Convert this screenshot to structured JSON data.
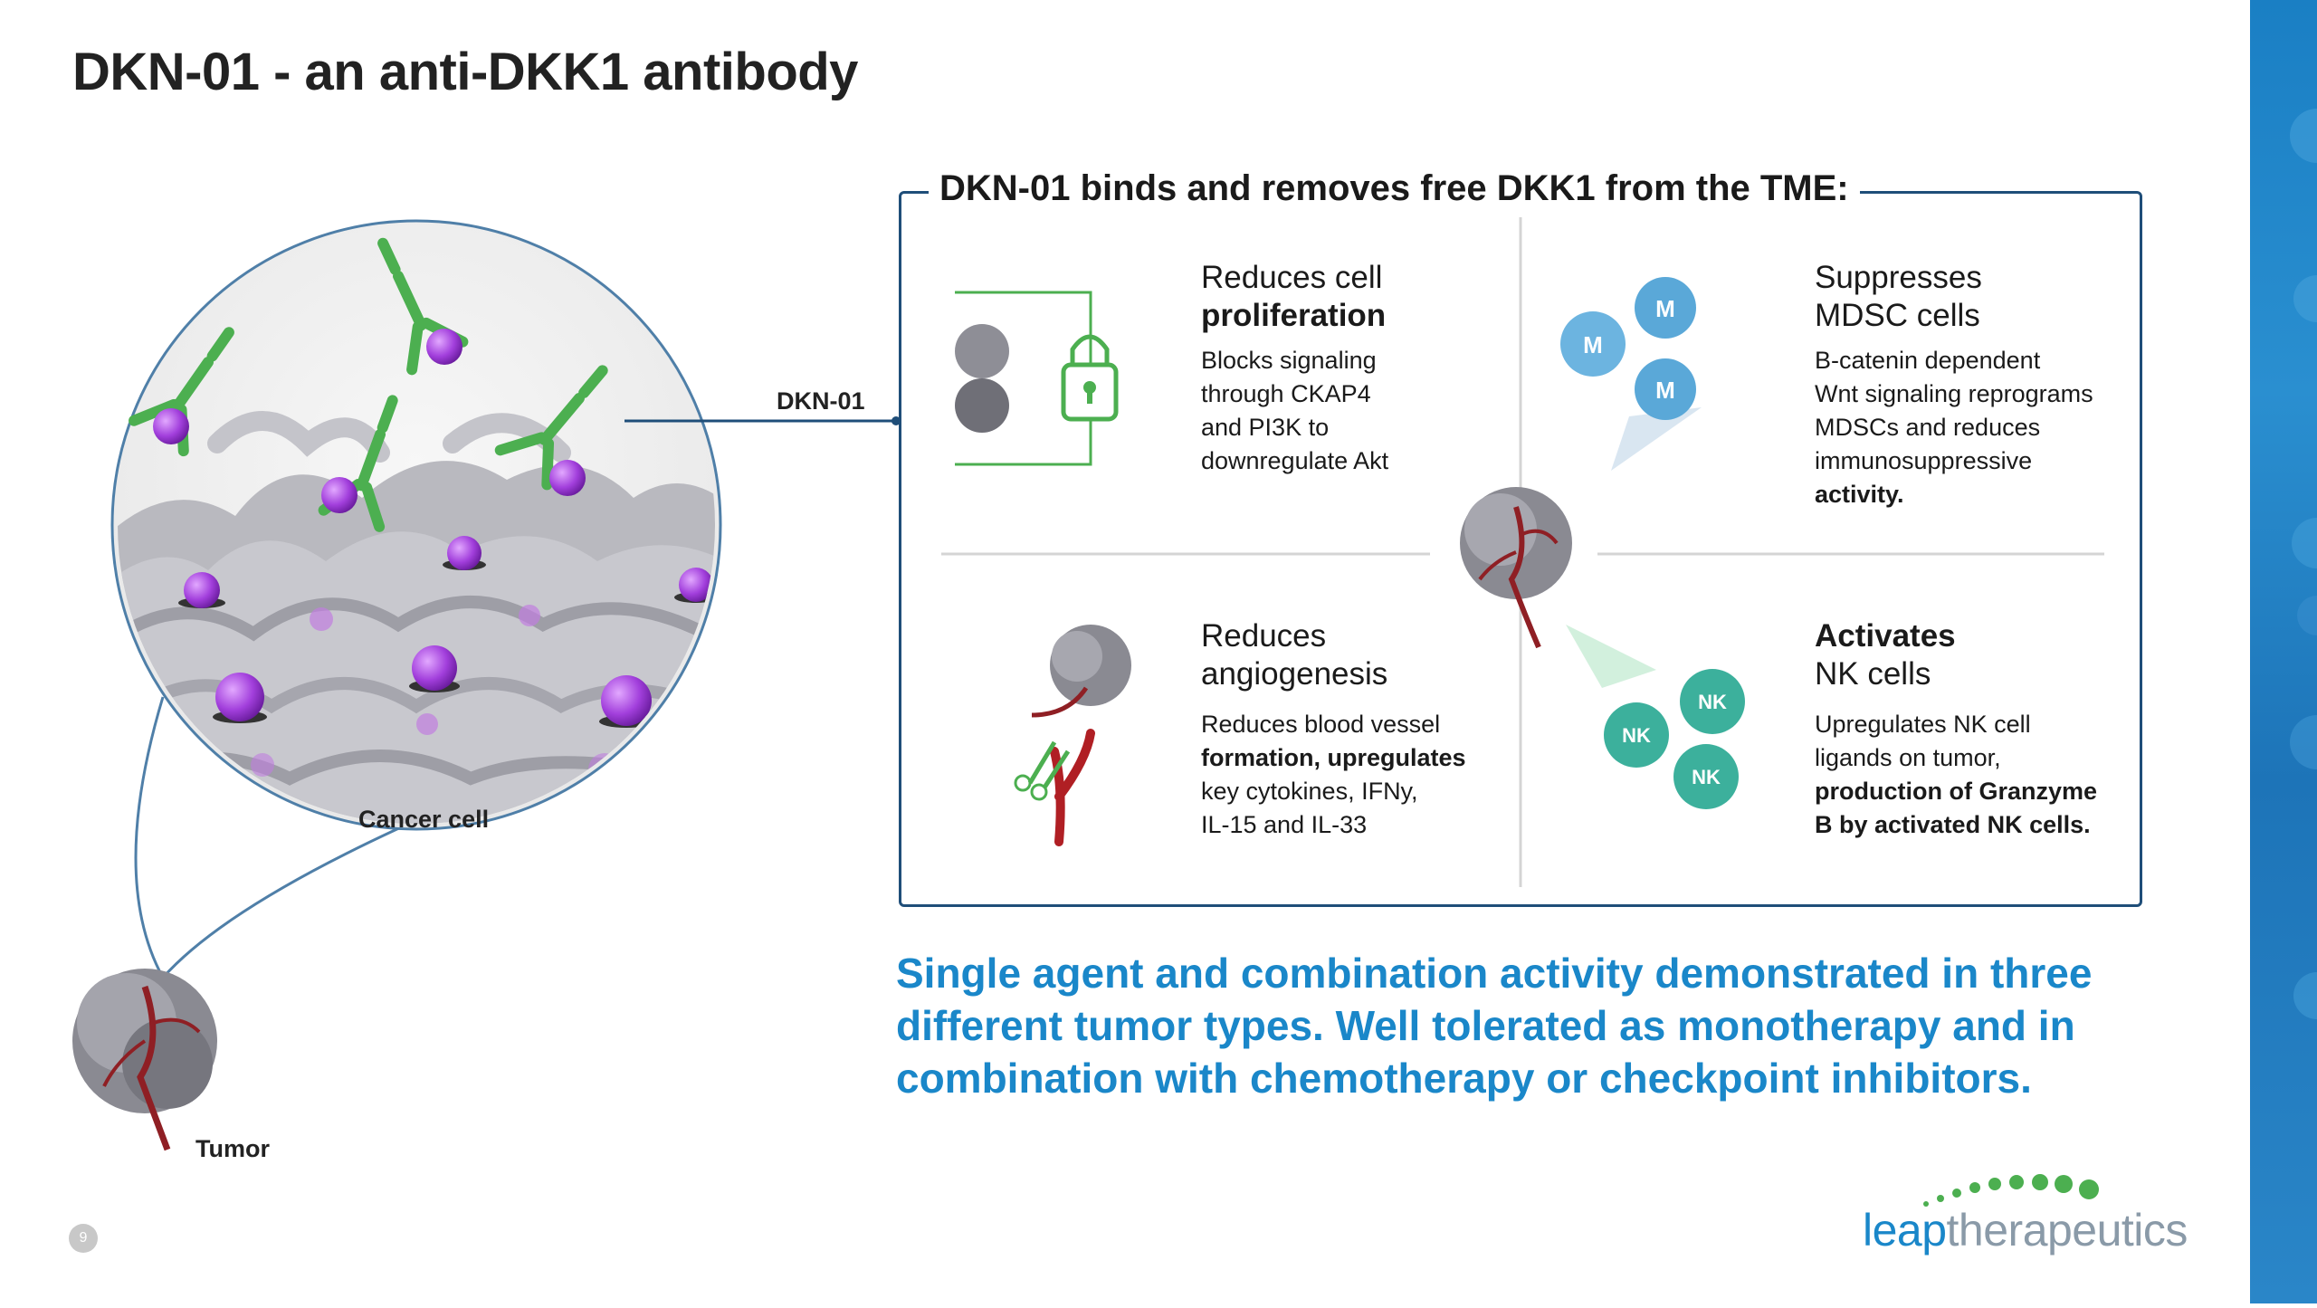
{
  "slide": {
    "title": "DKN-01 - an anti-DKK1 antibody",
    "page_number": "9"
  },
  "left_figure": {
    "dkn_label": "DKN-01",
    "cancer_cell_label": "Cancer cell",
    "tumor_label": "Tumor"
  },
  "panel": {
    "title": "DKN-01 binds and removes free DKK1 from the TME:",
    "sections": [
      {
        "head_line1": "Reduces cell",
        "head_line2": "proliferation",
        "body": [
          "Blocks signaling",
          "through CKAP4",
          "and PI3K to",
          "downregulate Akt"
        ]
      },
      {
        "head_line1": "Suppresses",
        "head_line2": "MDSC cells",
        "body": [
          "B-catenin dependent",
          "Wnt signaling reprograms",
          "MDSCs and reduces",
          "immunosuppressive",
          "activity."
        ]
      },
      {
        "head_line1": "Reduces",
        "head_line2": "angiogenesis",
        "body": [
          "Reduces blood vessel",
          "formation, upregulates",
          "key cytokines, IFNy,",
          "IL-15 and IL-33"
        ]
      },
      {
        "head_line1": "Activates",
        "head_line2": "NK cells",
        "body": [
          "Upregulates NK cell",
          "ligands on tumor,",
          "production of Granzyme",
          "B by activated NK cells."
        ]
      }
    ],
    "cell_labels": {
      "mdsc": "M",
      "nk": "NK"
    }
  },
  "summary": {
    "line1": "Single agent and combination activity demonstrated in three",
    "line2": "different tumor types. Well tolerated as monotherapy and in",
    "line3": "combination with chemotherapy or checkpoint inhibitors."
  },
  "logo": {
    "part1": "leap",
    "part2": "therapeutics"
  },
  "colors": {
    "accent_blue": "#1a87c9",
    "panel_border": "#1f4e79",
    "antibody_green": "#4caf50",
    "dkk1_purple": "#9c3fd0",
    "vessel_red": "#b01f24"
  }
}
